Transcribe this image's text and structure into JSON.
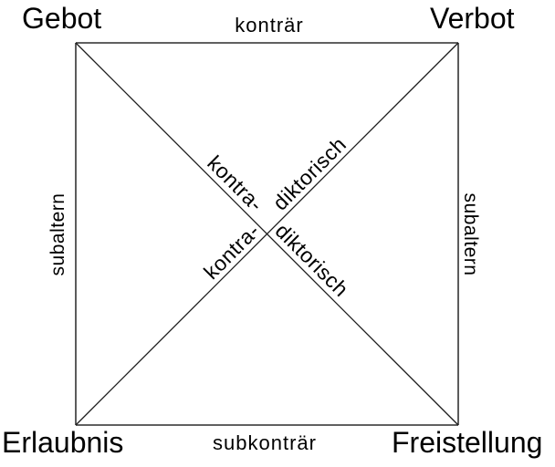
{
  "diagram": {
    "type": "square-of-opposition-deontic",
    "corners": {
      "top_left": "Gebot",
      "top_right": "Verbot",
      "bottom_left": "Erlaubnis",
      "bottom_right": "Freistellung"
    },
    "edges": {
      "top": "konträr",
      "bottom": "subkonträr",
      "left": "subaltern",
      "right": "subaltern"
    },
    "diagonals": {
      "descending": {
        "first": "kontra-",
        "second": "diktorisch"
      },
      "ascending": {
        "first": "kontra-",
        "second": "diktorisch"
      }
    },
    "colors": {
      "background": "#ffffff",
      "edge_line": "#4a4a4a",
      "diagonal_line": "#1c1c1c",
      "text": "#000000"
    }
  }
}
